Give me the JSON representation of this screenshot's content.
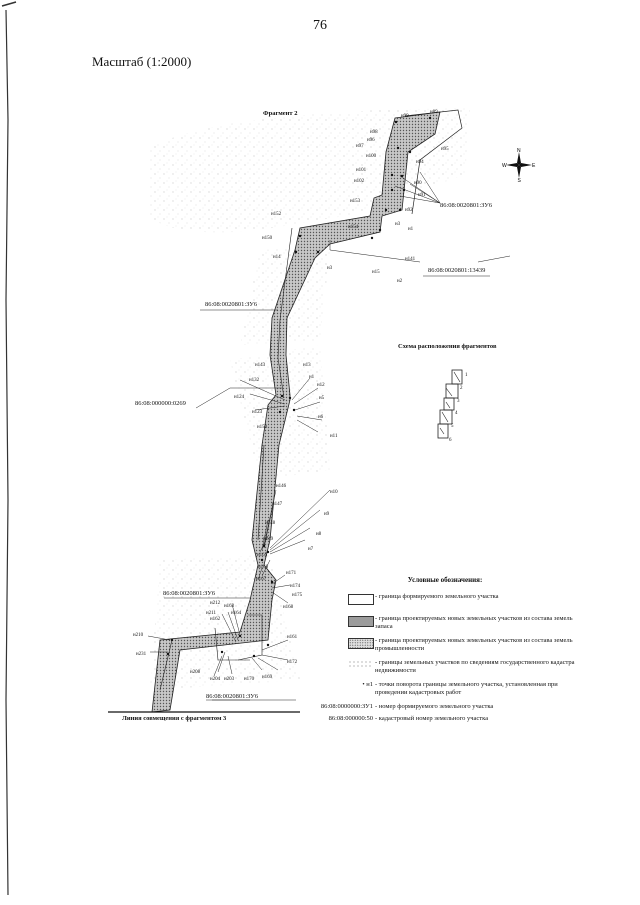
{
  "page": {
    "number": "76",
    "scale": "Масштаб (1:2000)",
    "fragment_title": "Фрагмент 2",
    "scheme_title": "Схема расположения фрагментов",
    "joint_line": "Линия совмещения с фрагментом 3"
  },
  "compass": {
    "n": "N",
    "s": "S",
    "w": "W",
    "e": "E"
  },
  "scheme_numbers": [
    "1",
    "2",
    "3",
    "4",
    "5",
    "6"
  ],
  "cadastral_labels": [
    "86:08:0020801:ЗУ6",
    "86:08:0020801:13439",
    "86:08:0020801:ЗУ6",
    "86:08:000000:0269",
    "86:08:0020801:ЗУ6",
    "86:08:0020801:ЗУ6"
  ],
  "point_labels": [
    "н99",
    "н89",
    "н98",
    "н96",
    "н97",
    "н95",
    "н100",
    "н94",
    "н101",
    "н90",
    "н102",
    "н91",
    "н153",
    "н92",
    "н154",
    "н3",
    "н152",
    "н1",
    "н150",
    "н141",
    "н14",
    "н3",
    "н15",
    "н2",
    "н143",
    "н13",
    "н132",
    "н1",
    "н12",
    "н124",
    "н5",
    "н123",
    "н6",
    "н150",
    "н11",
    "н146",
    "н10",
    "н147",
    "н9",
    "н148",
    "н8",
    "н149",
    "н7",
    "н165",
    "н166",
    "н171",
    "н167",
    "н174",
    "н175",
    "н168",
    "н212",
    "н163",
    "н211",
    "н164",
    "н162",
    "н210",
    "н161",
    "н231",
    "н172",
    "н208",
    "н204",
    "н203",
    "н170",
    "н169"
  ],
  "legend": {
    "title": "Условные обозначения:",
    "items": [
      {
        "key": "",
        "text": "- граница формируемого земельного участка"
      },
      {
        "key": "",
        "text": "- граница проектируемых новых земельных участков из состава земель запаса"
      },
      {
        "key": "",
        "text": "- граница проектируемых новых земельных участков из состава земель промышленности"
      },
      {
        "key": "",
        "text": "- границы земельных участков по сведениям государственного кадастра недвижимости"
      },
      {
        "key": "• н1",
        "text": "- точки поворота границы земельного участка, установленная при проведении кадастровых работ"
      },
      {
        "key": "86:08:0000000:ЗУ1",
        "text": "- номер формируемого земельного участка"
      },
      {
        "key": "86:08:000000:50",
        "text": "- кадастровый номер земельного участка"
      }
    ]
  }
}
